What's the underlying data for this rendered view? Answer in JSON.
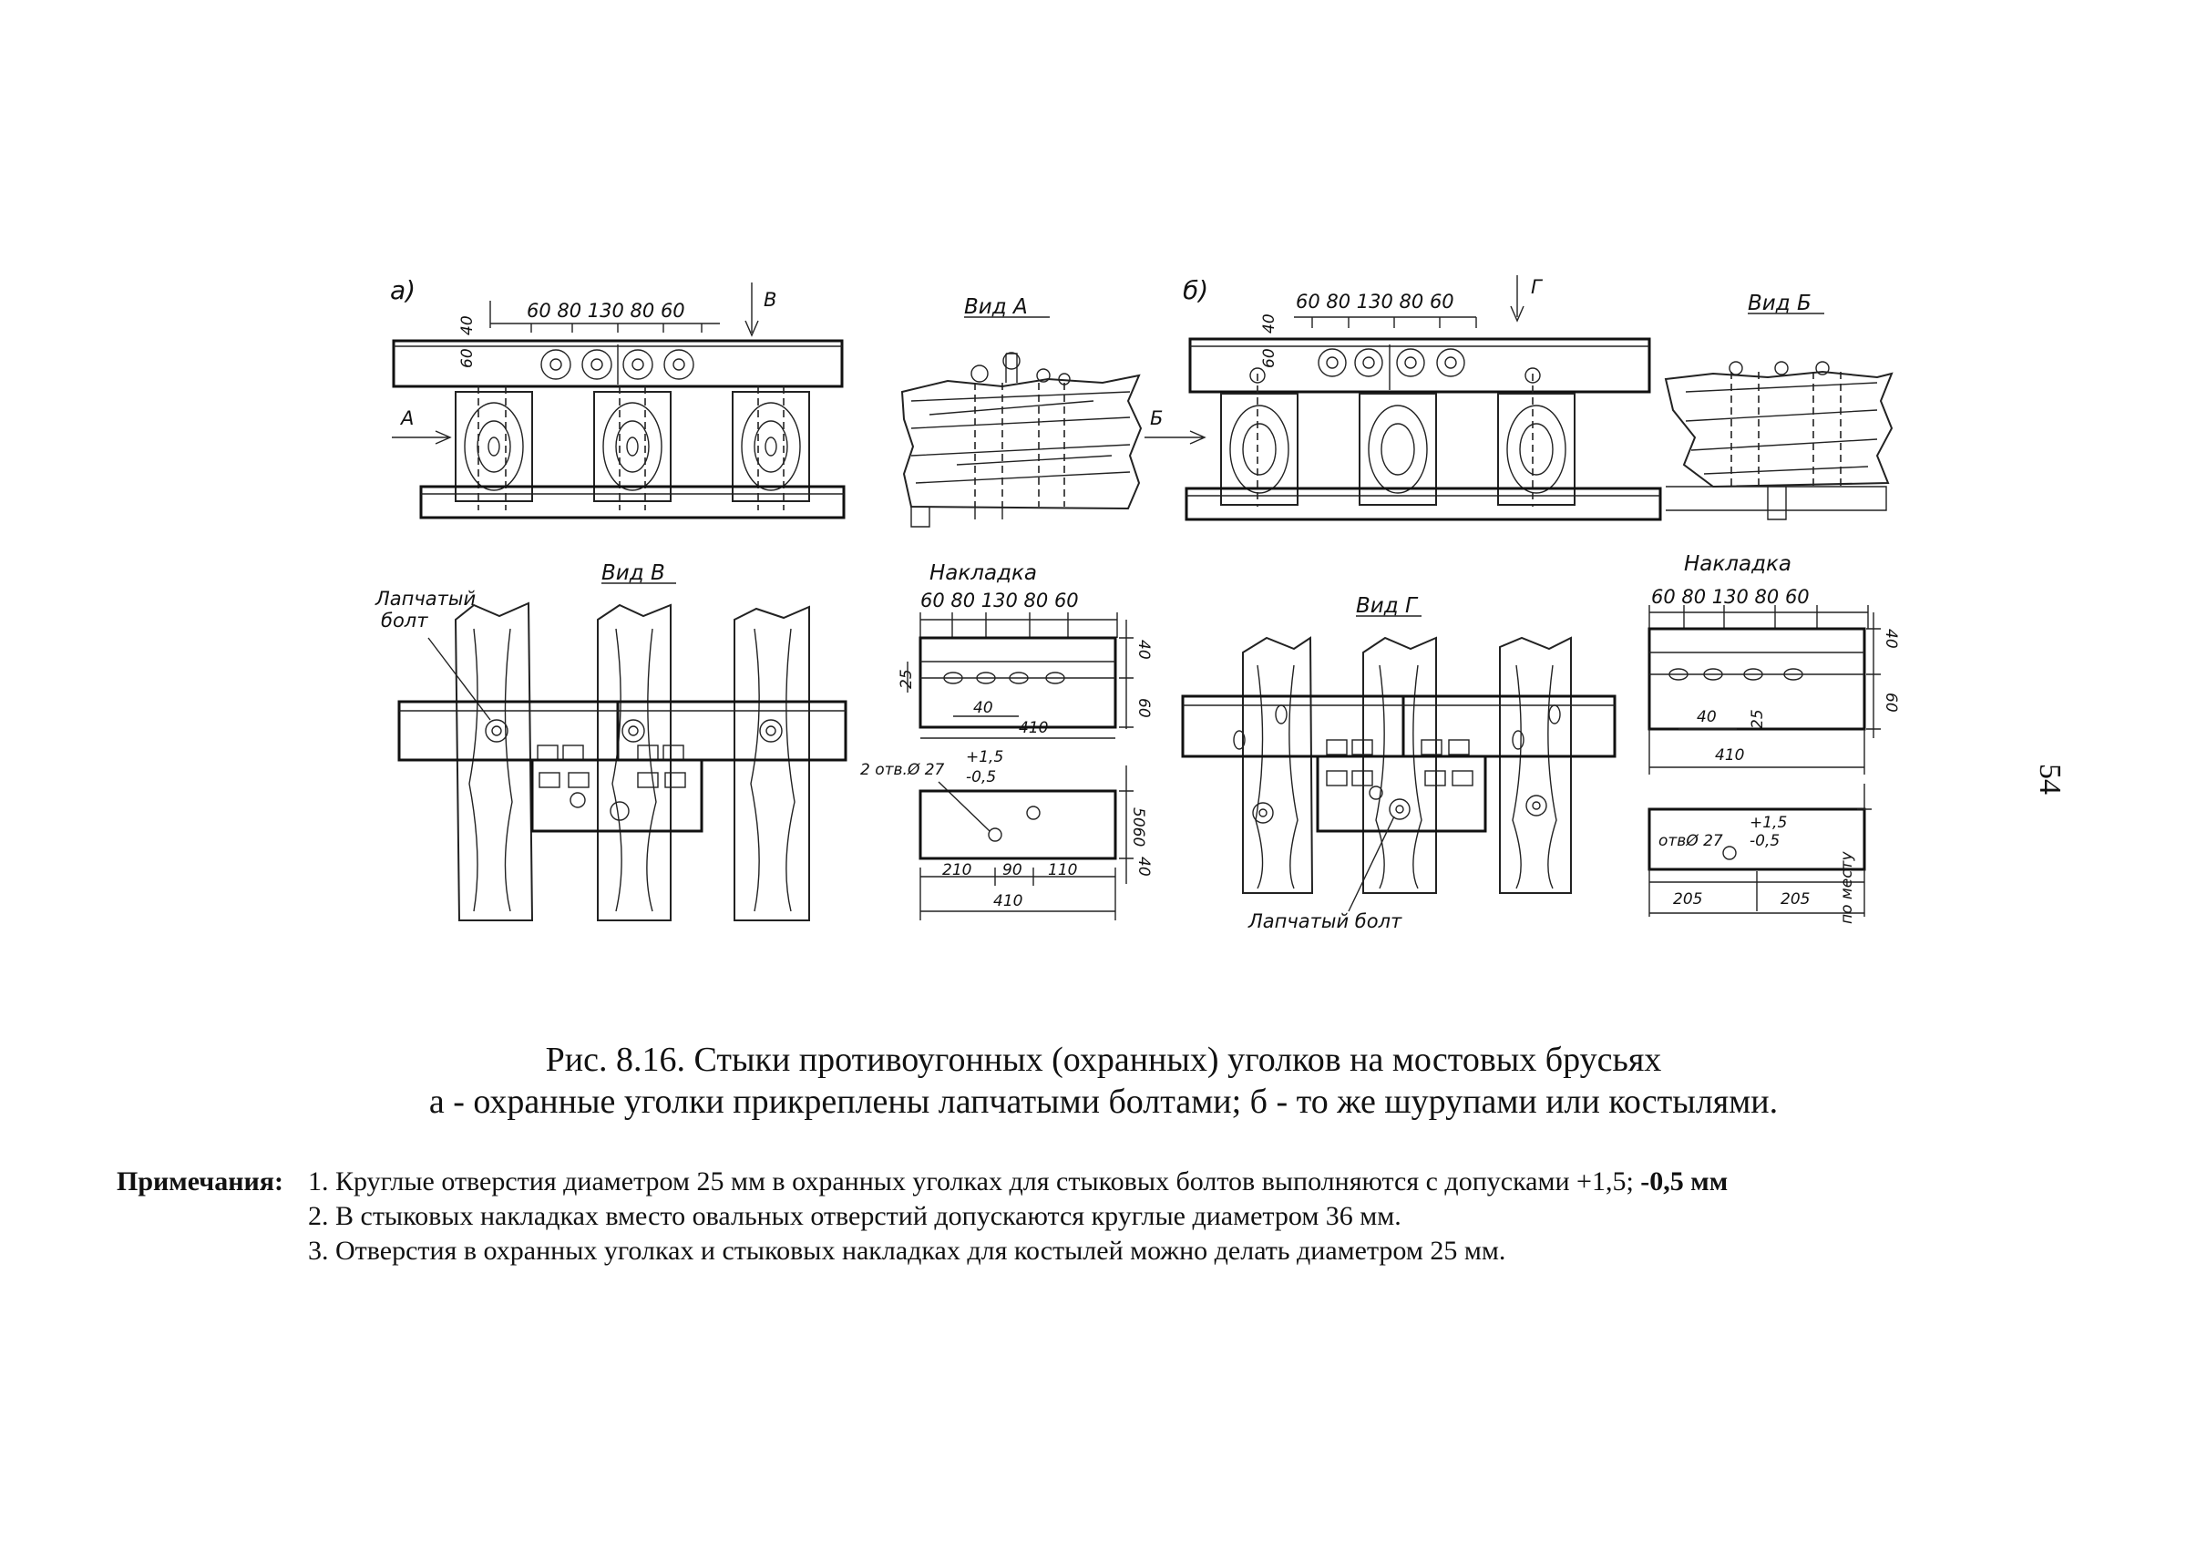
{
  "panels": {
    "a": {
      "letter": "а)",
      "arrow_a": "А",
      "arrow_v": "В",
      "dims_top": "60 80 130 80 60",
      "dim_40": "40",
      "dim_60": "60"
    },
    "b": {
      "letter": "б)",
      "arrow_b": "Б",
      "arrow_g": "Г",
      "dims_top": "60 80 130 80 60",
      "dim_40": "40",
      "dim_60": "60"
    }
  },
  "views": {
    "vid_a": "Вид А",
    "vid_b": "Вид Б",
    "vid_v": "Вид В",
    "vid_g": "Вид Г",
    "nakladka_left": "Накладка",
    "nakladka_right": "Накладка"
  },
  "labels": {
    "lapchatyi_bolt_line1": "Лапчатый",
    "lapchatyi_bolt_line2": "болт",
    "lapchatyi_bolt_bottom": "Лапчатый болт"
  },
  "dims": {
    "nakl_left_top": "60 80 130 80 60",
    "nakl_left_25": "25",
    "nakl_left_40a": "40",
    "nakl_left_40b": "40",
    "nakl_left_410a": "410",
    "nakl_left_60": "60",
    "nakl_left_hole": "2 отв.Ø 27",
    "nakl_left_tol": "+1,5",
    "nakl_left_tol2": "-0,5",
    "nakl_left_5060": "5060",
    "nakl_left_210": "210",
    "nakl_left_90": "90",
    "nakl_left_110": "110",
    "nakl_left_40c": "40",
    "nakl_left_410b": "410",
    "nakl_right_top": "60 80 130 80 60",
    "nakl_right_40a": "40",
    "nakl_right_60": "60",
    "nakl_right_40b": "40",
    "nakl_right_25": "25",
    "nakl_right_410": "410",
    "nakl_right_hole": "отвØ 27",
    "nakl_right_tol": "+1,5",
    "nakl_right_tol2": "-0,5",
    "nakl_right_205a": "205",
    "nakl_right_205b": "205",
    "nakl_right_po_mestu": "по месту"
  },
  "caption": {
    "line1": "Рис. 8.16.  Стыки противоугонных (охранных) уголков на мостовых брусьях",
    "line2": "а - охранные уголки прикреплены лапчатыми болтами;  б - то же шурупами или костылями."
  },
  "notes": {
    "label": "Примечания:",
    "item1": "1. Круглые отверстия диаметром 25 мм в охранных уголках для стыковых болтов выполняются с допусками +1,5;",
    "item1_tail": "-0,5 мм",
    "item2": "2. В стыковых накладках вместо овальных отверстий допускаются круглые диаметром 36 мм.",
    "item3": "3. Отверстия в охранных уголках и стыковых накладках для костылей можно делать диаметром      25 мм."
  },
  "page_number": "54"
}
